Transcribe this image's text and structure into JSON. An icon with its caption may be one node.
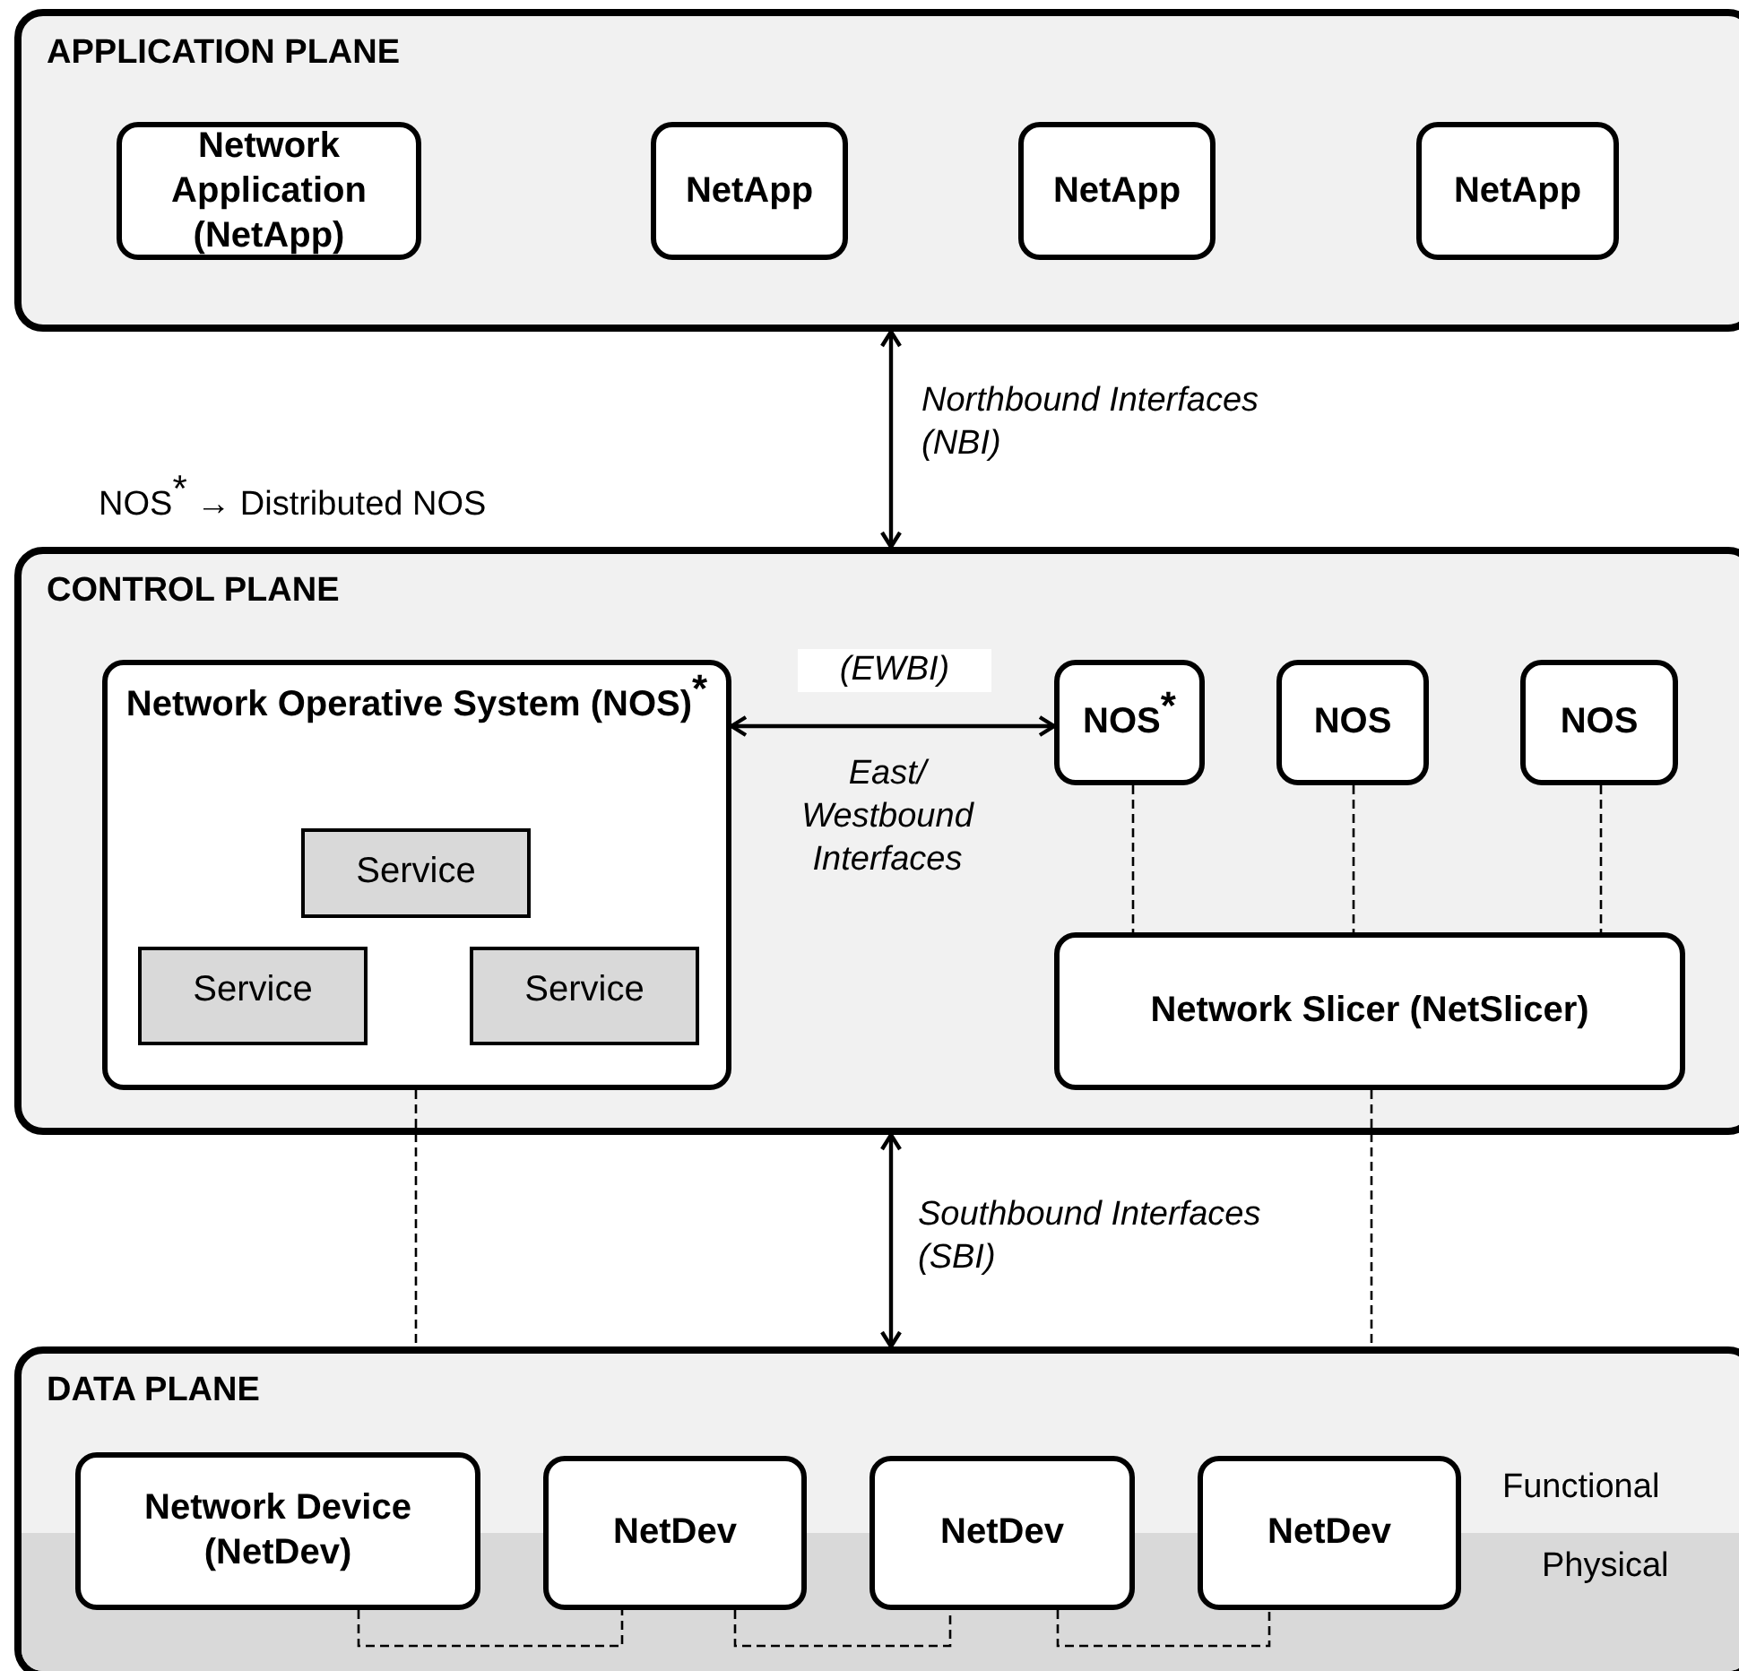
{
  "diagram": {
    "nodes": [
      {
        "text": [
          "APPLICATION PLANE"
        ]
      },
      {
        "text": [
          "Network Application (NetApp)"
        ],
        "in": 0
      },
      {
        "text": [
          "NetApp"
        ],
        "in": 0
      },
      {
        "text": [
          "NetApp"
        ],
        "in": 0
      },
      {
        "text": [
          "NetApp"
        ],
        "in": 0
      },
      {
        "text": [
          "CONTROL PLANE"
        ]
      },
      {
        "text": [
          "Network Operative System (NOS)$^{*}$"
        ],
        "in": 5
      },
      {
        "text": [
          "Service"
        ],
        "in": 6
      },
      {
        "text": [
          "Service"
        ],
        "in": 6
      },
      {
        "text": [
          "Service"
        ],
        "in": 6
      },
      {
        "text": [
          "NOS$^{*}$"
        ],
        "in": 5
      },
      {
        "text": [
          "NOS"
        ],
        "in": 5
      },
      {
        "text": [
          "NOS"
        ],
        "in": 5
      },
      {
        "text": [
          "Network Slicer (NetSlicer)"
        ],
        "in": 5
      },
      {
        "text": [
          "DATA PLANE"
        ]
      },
      {
        "text": [
          "Network Device (NetDev)"
        ],
        "in": 14
      },
      {
        "text": [
          "NetDev"
        ],
        "in": 14
      },
      {
        "text": [
          "NetDev"
        ],
        "in": 14
      },
      {
        "text": [
          "NetDev"
        ],
        "in": 14
      }
    ],
    "edges": [
      {
        "from": 0,
        "to": 5,
        "arrow": "both",
        "label": "Northbound Interfaces (NBI)"
      },
      {
        "from": 6,
        "to": 10,
        "arrow": "both",
        "label": "(EWBI)"
      },
      {
        "from": 10,
        "to": 13,
        "arrow": "none",
        "style": "dashed"
      },
      {
        "from": 11,
        "to": 13,
        "arrow": "none",
        "style": "dashed"
      },
      {
        "from": 12,
        "to": 13,
        "arrow": "none",
        "style": "dashed"
      },
      {
        "from": 5,
        "to": 14,
        "arrow": "both",
        "label": "Southbound Interfaces (SBI)"
      },
      {
        "from": 6,
        "to": 14,
        "arrow": "none",
        "style": "dashed"
      },
      {
        "from": 13,
        "to": 14,
        "arrow": "none",
        "style": "dashed"
      },
      {
        "from": 15,
        "to": 16,
        "arrow": "none",
        "style": "dashed"
      },
      {
        "from": 16,
        "to": 17,
        "arrow": "none",
        "style": "dashed"
      },
      {
        "from": 17,
        "to": 18,
        "arrow": "none",
        "style": "dashed"
      }
    ],
    "labels": [
      "NOS$^{*}$ → Distributed NOS",
      "East/ Westbound Interfaces",
      "Functional",
      "Physical"
    ]
  }
}
